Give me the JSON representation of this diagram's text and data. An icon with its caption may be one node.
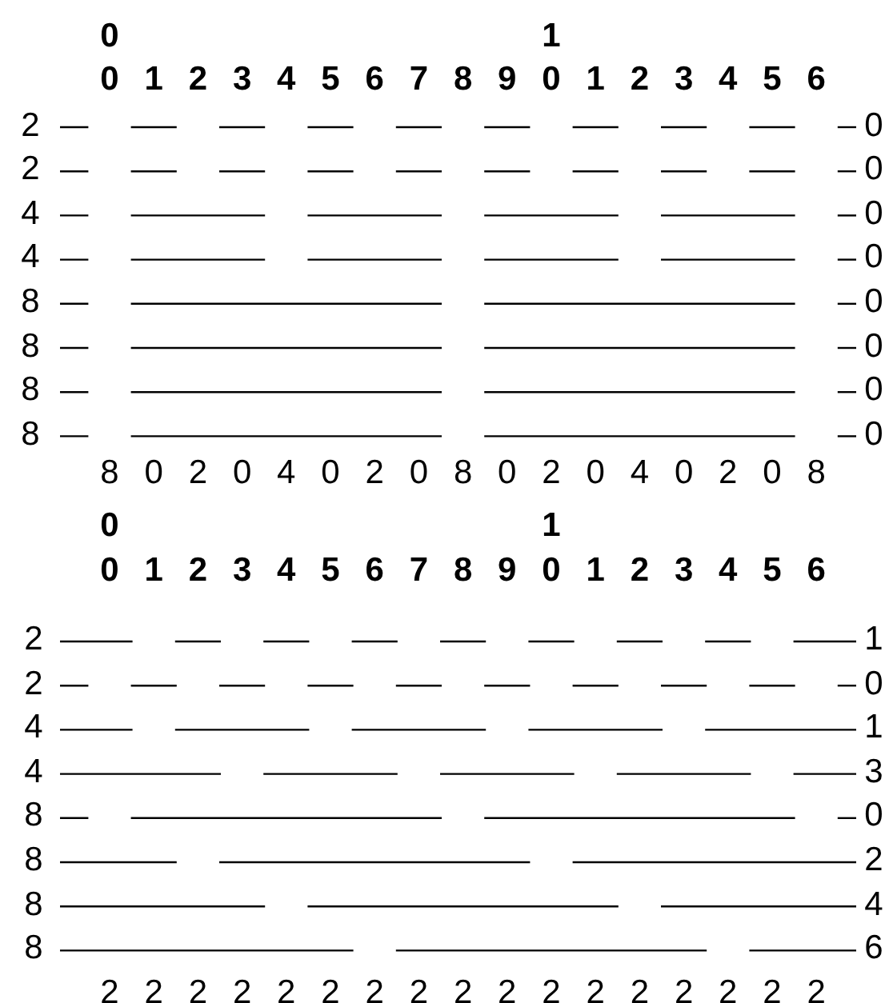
{
  "diagram": {
    "labels": [
      "0",
      "1",
      "0",
      "1",
      "2",
      "3",
      "4",
      "5",
      "6",
      "7",
      "8",
      "9",
      "0",
      "1",
      "2",
      "3",
      "4",
      "5",
      "6",
      "2",
      "0",
      "2",
      "0",
      "4",
      "0",
      "4",
      "0",
      "8",
      "0",
      "8",
      "0",
      "8",
      "0",
      "8",
      "0",
      "8",
      "0",
      "2",
      "0",
      "4",
      "0",
      "2",
      "0",
      "8",
      "0",
      "2",
      "0",
      "4",
      "0",
      "2",
      "0",
      "8",
      "0",
      "1",
      "0",
      "1",
      "2",
      "3",
      "4",
      "5",
      "6",
      "7",
      "8",
      "9",
      "0",
      "1",
      "2",
      "3",
      "4",
      "5",
      "6",
      "2",
      "1",
      "2",
      "0",
      "4",
      "1",
      "4",
      "3",
      "8",
      "0",
      "8",
      "2",
      "8",
      "4",
      "8",
      "6",
      "2",
      "2",
      "2",
      "2",
      "2",
      "2",
      "2",
      "2",
      "2",
      "2",
      "2",
      "2",
      "2",
      "2",
      "2",
      "2",
      "2"
    ]
  }
}
